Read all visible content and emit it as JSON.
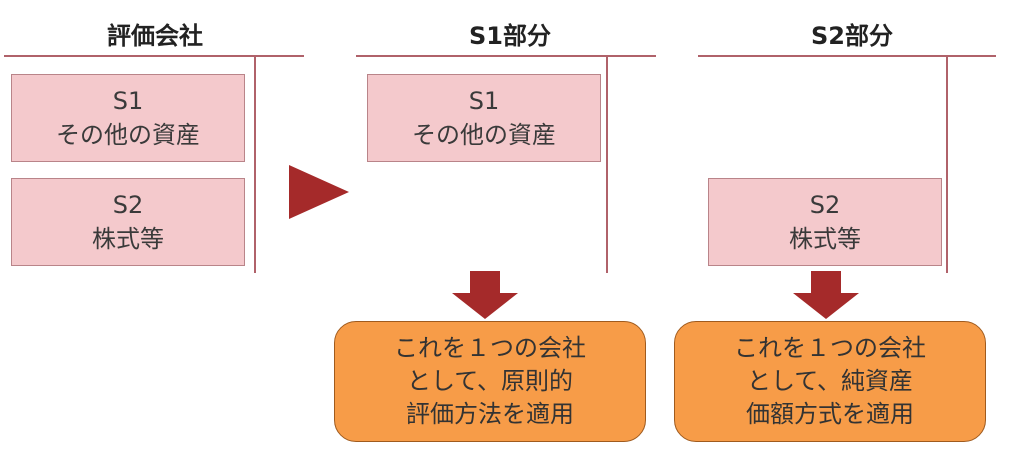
{
  "columns": {
    "company": {
      "title": "評価会社",
      "items": [
        {
          "line1": "S1",
          "line2": "その他の資産"
        },
        {
          "line1": "S2",
          "line2": "株式等"
        }
      ]
    },
    "s1": {
      "title": "S1部分",
      "item": {
        "line1": "S1",
        "line2": "その他の資産"
      },
      "result": [
        "これを１つの会社",
        "として、原則的",
        "評価方法を適用"
      ]
    },
    "s2": {
      "title": "S2部分",
      "item": {
        "line1": "S2",
        "line2": "株式等"
      },
      "result": [
        "これを１つの会社",
        "として、純資産",
        "価額方式を適用"
      ]
    }
  },
  "colors": {
    "asset_box": "#f4c9cc",
    "result_box": "#f79c48",
    "arrow": "#a52a2a",
    "rule": "#b0626a"
  }
}
